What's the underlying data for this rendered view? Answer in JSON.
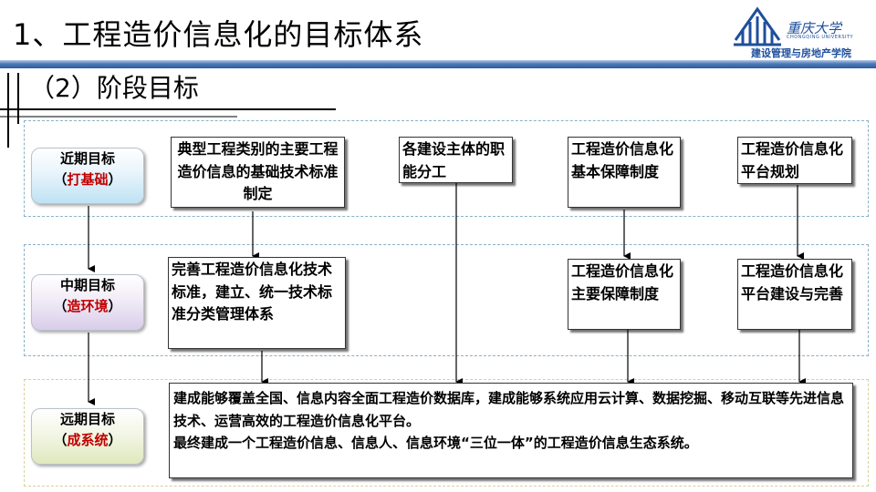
{
  "header": {
    "title": "1、工程造价信息化的目标体系",
    "subtitle": "（2）阶段目标",
    "logo_name": "重庆大学",
    "logo_en": "CHONGQING UNIVERSITY",
    "logo_department": "建设管理与房地产学院",
    "accent_color": "#2e5b9a"
  },
  "stages": [
    {
      "label": "近期目标",
      "focus": "打基础"
    },
    {
      "label": "中期目标",
      "focus": "造环境"
    },
    {
      "label": "远期目标",
      "focus": "成系统"
    }
  ],
  "near_term": [
    "典型工程类别的主要工程造价信息的基础技术标准制定",
    "各建设主体的职能分工",
    "工程造价信息化基本保障制度",
    "工程造价信息化平台规划"
  ],
  "mid_term": [
    "完善工程造价信息化技术标准，建立、统一技术标准分类管理体系",
    "工程造价信息化主要保障制度",
    "工程造价信息化平台建设与完善"
  ],
  "long_term": {
    "line1": "建成能够覆盖全国、信息内容全面工程造价数据库，建成能够系统应用云计算、数据挖掘、移动互联等先进信息技术、运营高效的工程造价信息化平台。",
    "line2": "最终建成一个工程造价信息、信息人、信息环境“三位一体”的工程造价信息生态系统。"
  },
  "colors": {
    "highlight": "#c00000",
    "band_border": "#8ab0c8",
    "band_border_gold": "#d6d29a"
  }
}
